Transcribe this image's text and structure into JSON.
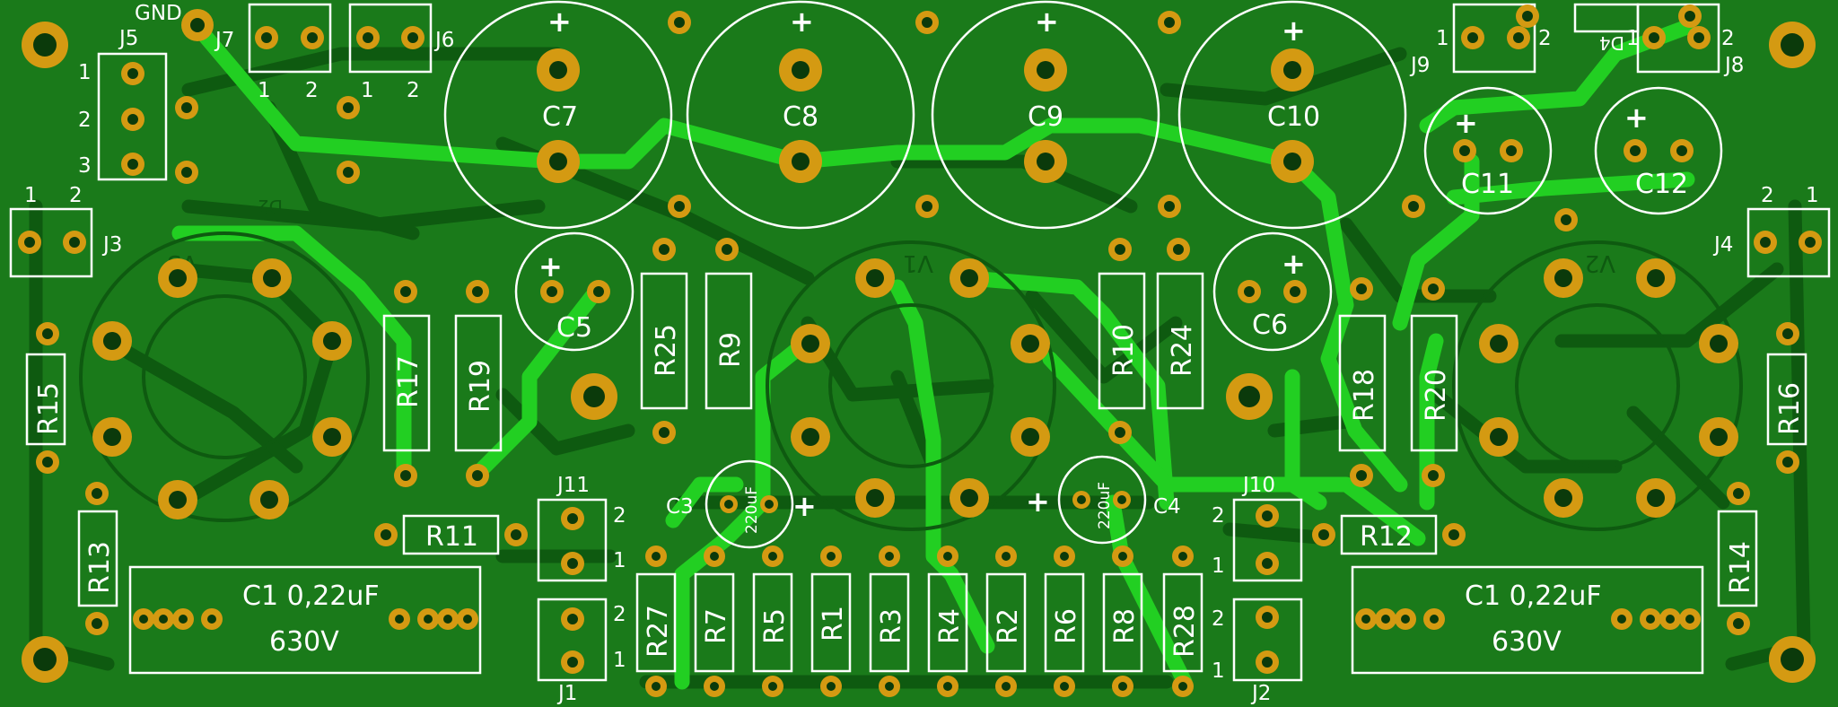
{
  "board": {
    "colors": {
      "soldermask": "#1a7a1a",
      "trace_bottom": "#0e5a10",
      "trace_top": "#22cf22",
      "pad": "#d49a12",
      "silkscreen": "#ffffff"
    },
    "labels": {
      "gnd": "GND",
      "J5": "J5",
      "J7": "J7",
      "J6": "J6",
      "J3": "J3",
      "J4": "J4",
      "J8": "J8",
      "J9": "J9",
      "J11": "J11",
      "J1": "J1",
      "J10": "J10",
      "J2": "J2",
      "C7": "C7",
      "C8": "C8",
      "C9": "C9",
      "C10": "C10",
      "C11": "C11",
      "C12": "C12",
      "C5": "C5",
      "C6": "C6",
      "C3": "C3",
      "C4": "C4",
      "c3_value": "220uF",
      "c4_value": "220uF",
      "R15": "R15",
      "R13": "R13",
      "R17": "R17",
      "R19": "R19",
      "R25": "R25",
      "R9": "R9",
      "R10": "R10",
      "R24": "R24",
      "R18": "R18",
      "R20": "R20",
      "R16": "R16",
      "R14": "R14",
      "R11": "R11",
      "R12": "R12",
      "R27": "R27",
      "R7": "R7",
      "R5": "R5",
      "R1": "R1",
      "R3": "R3",
      "R4": "R4",
      "R2": "R2",
      "R6": "R6",
      "R8": "R8",
      "R28": "R28",
      "c1_left_value": "C1 0,22uF",
      "c1_left_voltage": "630V",
      "c1_right_value": "C1 0,22uF",
      "c1_right_voltage": "630V",
      "D2": "D2",
      "D4": "D4",
      "V1": "V1",
      "V2": "V2",
      "V3": "V3",
      "plus": "+",
      "pin1": "1",
      "pin2": "2",
      "pin3": "3"
    }
  }
}
